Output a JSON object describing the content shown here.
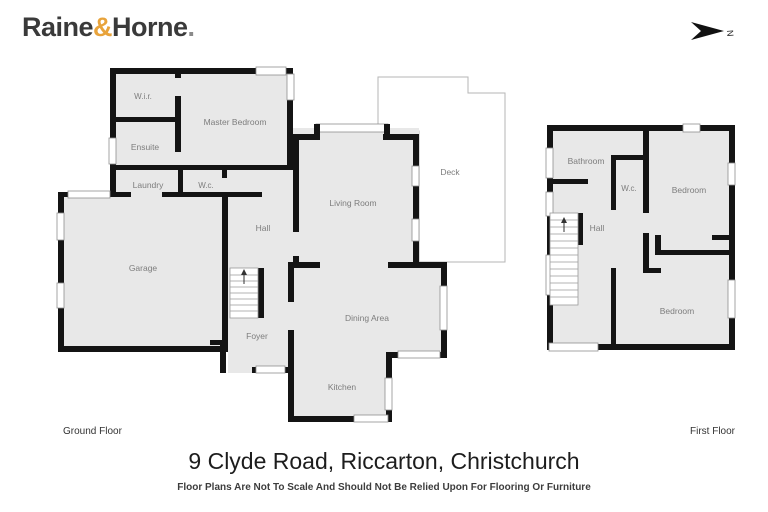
{
  "header": {
    "logo": {
      "raine": "Raine",
      "ampersand": "&",
      "horne": "Horne",
      "period": "."
    },
    "compass": {
      "label": "N"
    }
  },
  "ground_floor": {
    "label": "Ground Floor",
    "rooms": {
      "wir": "W.i.r.",
      "ensuite": "Ensuite",
      "master_bedroom": "Master Bedroom",
      "laundry": "Laundry",
      "wc": "W.c.",
      "hall": "Hall",
      "garage": "Garage",
      "foyer": "Foyer",
      "living_room": "Living Room",
      "deck": "Deck",
      "dining_area": "Dining Area",
      "kitchen": "Kitchen"
    }
  },
  "first_floor": {
    "label": "First Floor",
    "rooms": {
      "bathroom": "Bathroom",
      "wc": "W.c.",
      "bedroom_top": "Bedroom",
      "hall": "Hall",
      "bedroom_bottom": "Bedroom"
    }
  },
  "footer": {
    "address": "9 Clyde Road, Riccarton, Christchurch",
    "disclaimer": "Floor Plans Are Not To Scale And Should Not Be Relied Upon For Flooring Or Furniture"
  },
  "colors": {
    "brand_gold": "#E8A33B",
    "wall": "#141414",
    "room_fill": "#e8e8e8"
  }
}
